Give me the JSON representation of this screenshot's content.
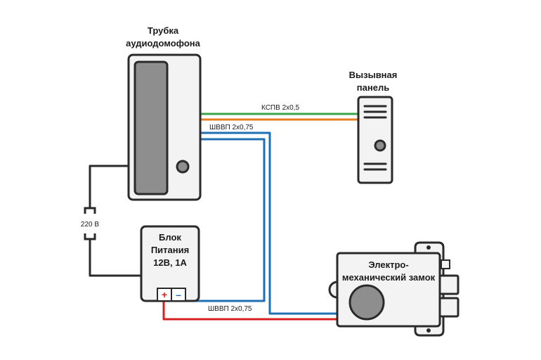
{
  "handset": {
    "title_line1": "Трубка",
    "title_line2": "аудиодомофона"
  },
  "call_panel": {
    "title_line1": "Вызывная",
    "title_line2": "панель"
  },
  "power_supply": {
    "line1": "Блок",
    "line2": "Питания",
    "line3": "12В, 1А",
    "plus": "+",
    "minus": "–"
  },
  "lock": {
    "line1": "Электро-",
    "line2": "механический замок"
  },
  "mains": {
    "label": "220 В"
  },
  "cables": {
    "panel_cable": "КСПВ 2х0,5",
    "lock_cable_top": "ШВВП 2х0,75",
    "lock_cable_bottom": "ШВВП 2х0,75"
  },
  "colors": {
    "outline": "#2a2a2a",
    "green_wire": "#3aa64a",
    "orange_wire": "#e67e22",
    "blue_wire": "#1f6fb5",
    "red_wire": "#d62020",
    "device_fill": "#f3f3f3",
    "grey_fill": "#8e8e8e"
  }
}
